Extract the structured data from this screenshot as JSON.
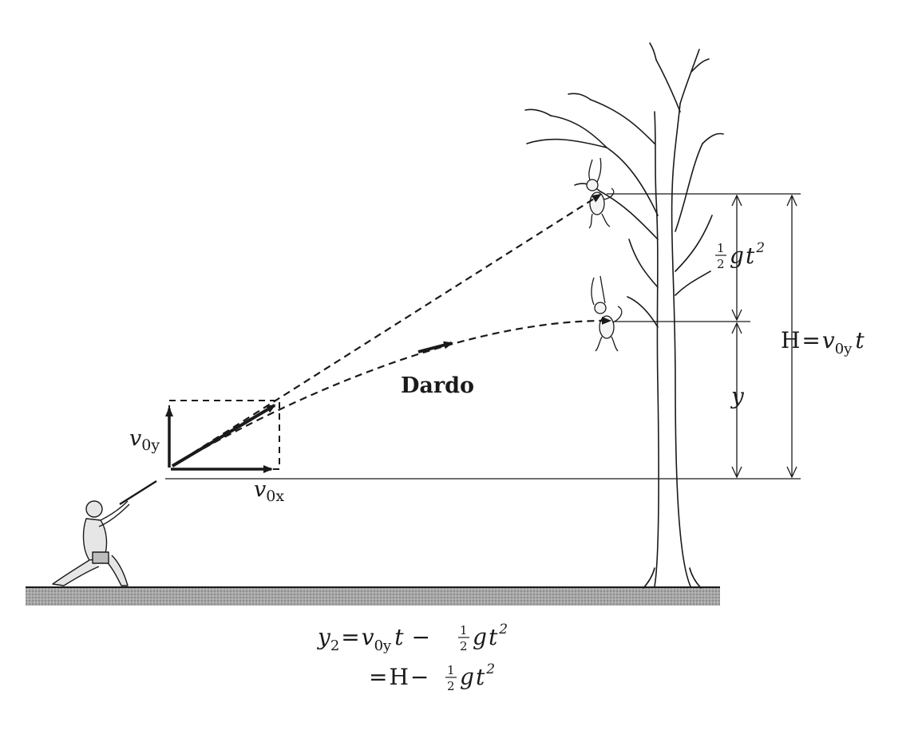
{
  "labels": {
    "dart": "Dardo",
    "v0x": {
      "main": "v",
      "sub": "0x"
    },
    "v0y": {
      "main": "v",
      "sub": "0y"
    },
    "y": "y",
    "half_gt2": {
      "num": "1",
      "den": "2",
      "g": "g",
      "t": "t",
      "exp": "2"
    },
    "H_eq": {
      "H": "H",
      "eq": "=",
      "v": "v",
      "sub": "0y",
      "t": "t"
    }
  },
  "equations": {
    "line1": {
      "y": "y",
      "sub": "2",
      "eq": "=",
      "v": "v",
      "vsub": "0y",
      "t": "t",
      "minus": "−",
      "num": "1",
      "den": "2",
      "g": "g",
      "t2": "t",
      "exp": "2"
    },
    "line2": {
      "eq": "=",
      "H": "H",
      "minus": "−",
      "num": "1",
      "den": "2",
      "g": "g",
      "t": "t",
      "exp": "2"
    }
  },
  "colors": {
    "ink": "#1a1a1a",
    "ground": "#9a9a9a"
  }
}
